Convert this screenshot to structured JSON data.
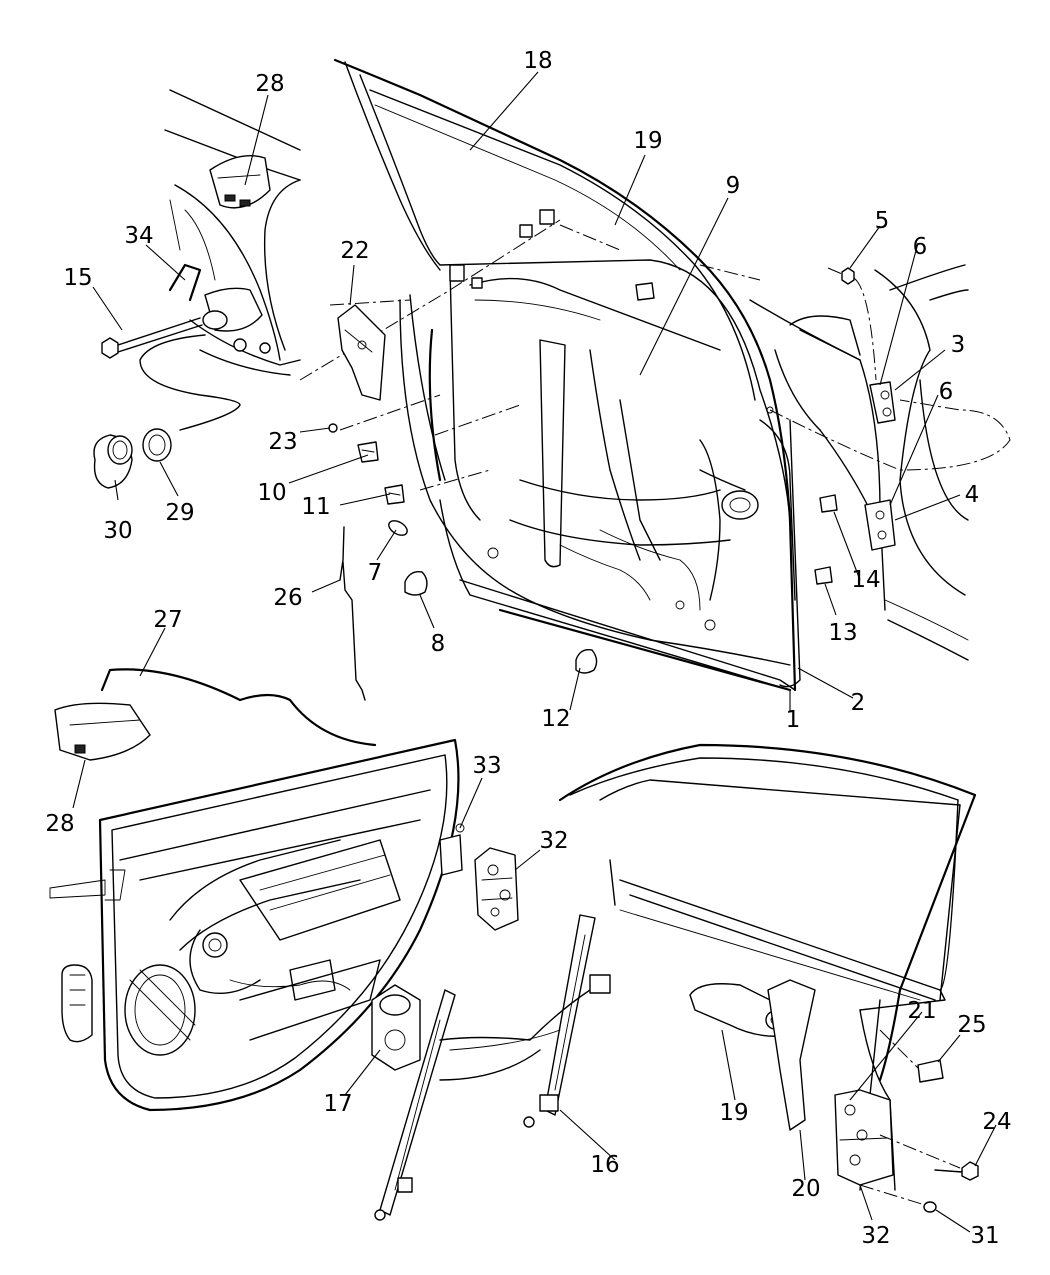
{
  "callouts": [
    {
      "id": "c1",
      "label": "1"
    },
    {
      "id": "c2",
      "label": "2"
    },
    {
      "id": "c3",
      "label": "3"
    },
    {
      "id": "c4",
      "label": "4"
    },
    {
      "id": "c5",
      "label": "5"
    },
    {
      "id": "c6a",
      "label": "6"
    },
    {
      "id": "c6b",
      "label": "6"
    },
    {
      "id": "c7",
      "label": "7"
    },
    {
      "id": "c8",
      "label": "8"
    },
    {
      "id": "c9",
      "label": "9"
    },
    {
      "id": "c10",
      "label": "10"
    },
    {
      "id": "c11",
      "label": "11"
    },
    {
      "id": "c12",
      "label": "12"
    },
    {
      "id": "c13",
      "label": "13"
    },
    {
      "id": "c14",
      "label": "14"
    },
    {
      "id": "c15",
      "label": "15"
    },
    {
      "id": "c16",
      "label": "16"
    },
    {
      "id": "c17",
      "label": "17"
    },
    {
      "id": "c18",
      "label": "18"
    },
    {
      "id": "c19a",
      "label": "19"
    },
    {
      "id": "c19b",
      "label": "19"
    },
    {
      "id": "c20",
      "label": "20"
    },
    {
      "id": "c21",
      "label": "21"
    },
    {
      "id": "c22",
      "label": "22"
    },
    {
      "id": "c23",
      "label": "23"
    },
    {
      "id": "c24",
      "label": "24"
    },
    {
      "id": "c25",
      "label": "25"
    },
    {
      "id": "c26",
      "label": "26"
    },
    {
      "id": "c27",
      "label": "27"
    },
    {
      "id": "c28a",
      "label": "28"
    },
    {
      "id": "c28b",
      "label": "28"
    },
    {
      "id": "c29",
      "label": "29"
    },
    {
      "id": "c30",
      "label": "30"
    },
    {
      "id": "c31",
      "label": "31"
    },
    {
      "id": "c32a",
      "label": "32"
    },
    {
      "id": "c32b",
      "label": "32"
    },
    {
      "id": "c33",
      "label": "33"
    },
    {
      "id": "c34",
      "label": "34"
    }
  ]
}
